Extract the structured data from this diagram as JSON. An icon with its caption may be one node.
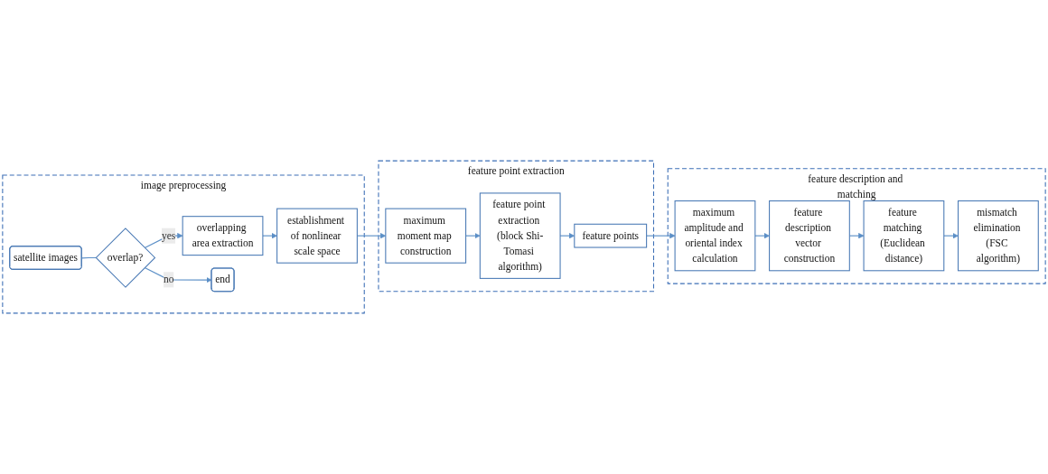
{
  "diagram": {
    "nodes": [
      {
        "text": [
          "image preprocessing"
        ]
      },
      {
        "text": [
          "satellite images"
        ],
        "in": 0
      },
      {
        "text": [
          "overlap?"
        ],
        "in": 0
      },
      {
        "text": [
          "overlapping area extraction"
        ],
        "in": 0
      },
      {
        "text": [
          "establishment of nonlinear scale space"
        ],
        "in": 0
      },
      {
        "text": [
          "end"
        ],
        "in": 0
      },
      {
        "text": [
          "feature point extraction"
        ]
      },
      {
        "text": [
          "feature points"
        ],
        "in": 6
      },
      {
        "text": [
          "feature point extraction (block Shi-Tomasi algorithm)"
        ],
        "in": 6
      },
      {
        "text": [
          "maximum moment map construction"
        ],
        "in": 6
      },
      {
        "text": [
          "feature description and matching"
        ]
      },
      {
        "text": [
          "maximum amplitude and oriental index calculation"
        ],
        "in": 10
      },
      {
        "text": [
          "feature description vector construction"
        ],
        "in": 10
      },
      {
        "text": [
          "feature matching (Euclidean distance)"
        ],
        "in": 10
      },
      {
        "text": [
          "mismatch elimination (FSC algorithm)"
        ],
        "in": 10
      }
    ],
    "edges": [
      {
        "from": 1,
        "to": 2,
        "arrow": "none"
      },
      {
        "from": 2,
        "to": 3,
        "arrow": "to",
        "label": "yes"
      },
      {
        "from": 3,
        "to": 4,
        "arrow": "to"
      },
      {
        "from": 2,
        "to": 5,
        "arrow": "to",
        "label": "no"
      },
      {
        "from": 4,
        "to": 9,
        "arrow": "to"
      },
      {
        "from": 9,
        "to": 8,
        "arrow": "to"
      },
      {
        "from": 8,
        "to": 7,
        "arrow": "to"
      },
      {
        "from": 7,
        "to": 11,
        "arrow": "to"
      },
      {
        "from": 11,
        "to": 12,
        "arrow": "to"
      },
      {
        "from": 12,
        "to": 13,
        "arrow": "to"
      },
      {
        "from": 13,
        "to": 14,
        "arrow": "to"
      }
    ]
  }
}
